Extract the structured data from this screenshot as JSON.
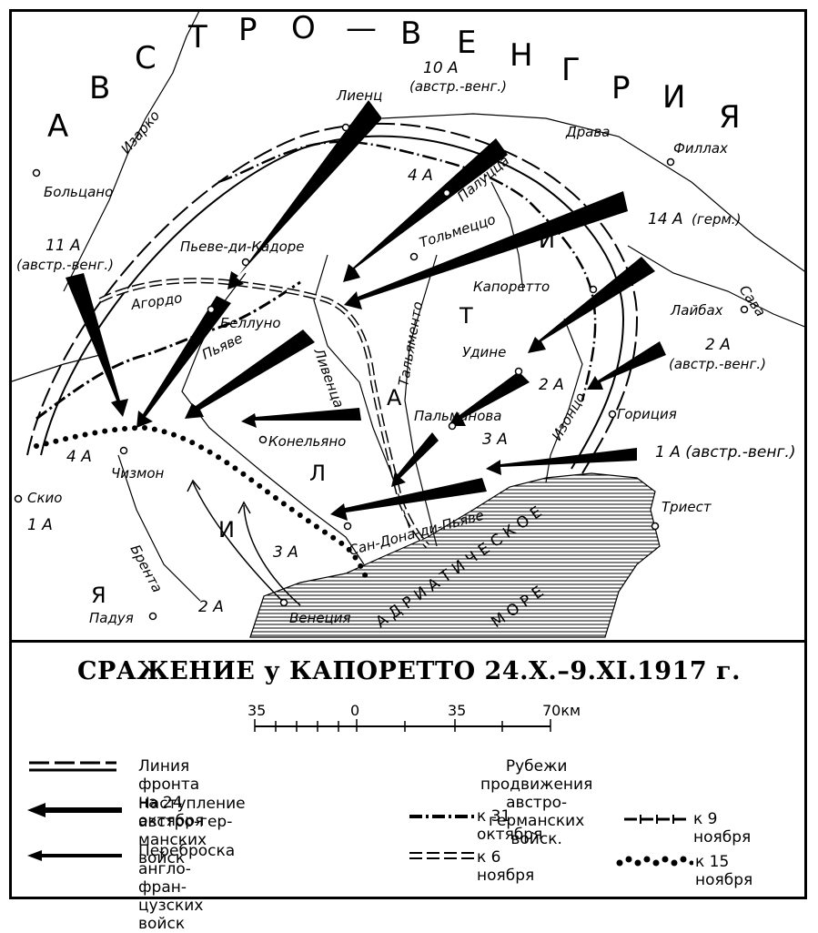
{
  "map": {
    "country": "А В С Т Р О — В Е Н Г Р И Я",
    "cities": [
      "Больцано",
      "Лиенц",
      "Филлах",
      "Пьеве-ди-Кадоре",
      "Тольмеццо",
      "Капоретто",
      "Лайбах",
      "Агордо",
      "Беллуно",
      "Удине",
      "Пальманова",
      "Гориция",
      "Конельяно",
      "Чизмон",
      "Скио",
      "Триест",
      "Сан-Дона-ди-Пьяве",
      "Падуя",
      "Венеция"
    ],
    "rivers": [
      "Изарко",
      "Драва",
      "Сава",
      "Палуцца",
      "Пьяве",
      "Ливенца",
      "Тальяменто",
      "Изонцо",
      "Брента"
    ],
    "armies": [
      "10 А",
      "(австр.-венг.)",
      "4 А",
      "14 А",
      "(герм.)",
      "11 А",
      "(австр.-венг.)",
      "2 А",
      "(австр.-венг.)",
      "2 А",
      "3 А",
      "1 А (австр.-венг.)",
      "4 А",
      "1 А",
      "3 А",
      "2 А"
    ],
    "italy_letters": [
      "И",
      "Т",
      "А",
      "Л",
      "И",
      "Я"
    ],
    "sea": "А Д Р И А Т И Ч Е С К О Е",
    "sea2": "М О Р Е"
  },
  "title": "СРАЖЕНИЕ у КАПОРЕТТО 24.X.–9.XI.1917 г.",
  "scale": {
    "labels": [
      "35",
      "0",
      "35",
      "70км"
    ]
  },
  "legend": {
    "front_line": "Линия фронта на 24 октября",
    "offensive": [
      "Наступление австро-гер-",
      "манских войск"
    ],
    "transfer": [
      "Переброска англо-фран-",
      "цузских войск"
    ],
    "advance_title": [
      "Рубежи продвижения",
      "австро-германских войск."
    ],
    "oct31": "к 31 октября",
    "nov9": "к 9 ноября",
    "nov6": "к 6 ноября",
    "nov15": "к 15 ноября"
  },
  "colors": {
    "ink": "#000000",
    "paper": "#ffffff"
  }
}
